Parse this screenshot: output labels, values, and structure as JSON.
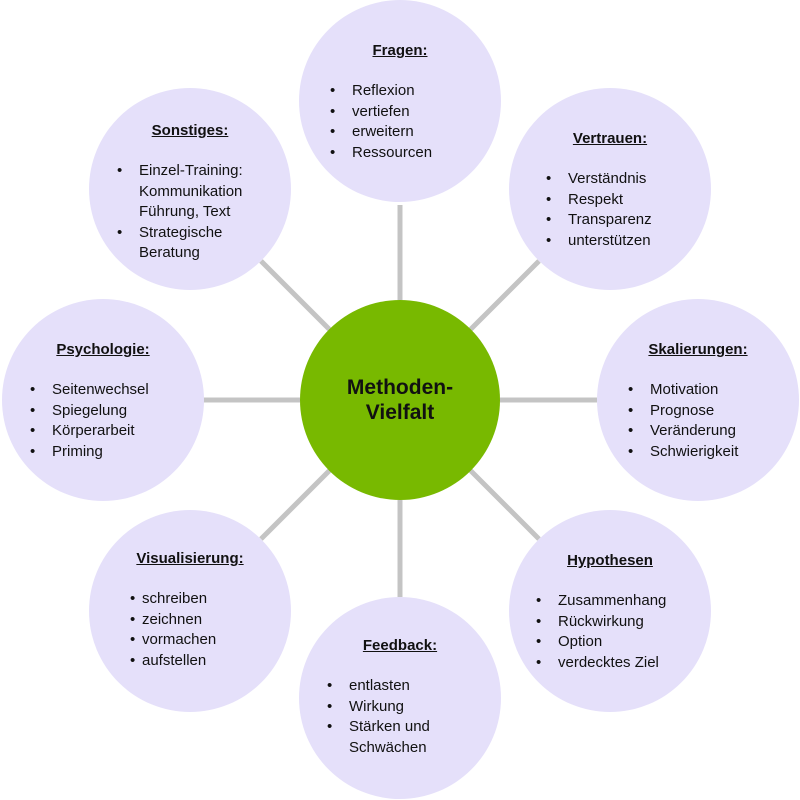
{
  "center": {
    "title": "Methoden-\nVielfalt"
  },
  "colors": {
    "center_fill": "#78b900",
    "node_fill": "#e5e0fa",
    "connector": "#c4c4c4"
  },
  "nodes": [
    {
      "title": "Fragen:",
      "items": [
        "Reflexion",
        "vertiefen",
        "erweitern",
        "Ressourcen"
      ]
    },
    {
      "title": "Vertrauen:",
      "items": [
        "Verständnis",
        "Respekt",
        "Transparenz",
        "unterstützen"
      ]
    },
    {
      "title": "Skalierungen:",
      "items": [
        "Motivation",
        "Prognose",
        "Veränderung",
        "Schwierigkeit"
      ]
    },
    {
      "title": "Hypothesen",
      "items": [
        "Zusammenhang",
        "Rückwirkung",
        "Option",
        "verdecktes Ziel"
      ]
    },
    {
      "title": "Feedback:",
      "items": [
        "entlasten",
        "Wirkung",
        "Stärken und\nSchwächen"
      ]
    },
    {
      "title": "Visualisierung:",
      "items": [
        "schreiben",
        "zeichnen",
        "vormachen",
        "aufstellen"
      ]
    },
    {
      "title": "Psychologie:",
      "items": [
        "Seitenwechsel",
        "Spiegelung",
        "Körperarbeit",
        "Priming"
      ]
    },
    {
      "title": "Sonstiges:",
      "items": [
        "Einzel-Training:\nKommunikation\nFührung, Text",
        "Strategische\nBeratung"
      ]
    }
  ]
}
